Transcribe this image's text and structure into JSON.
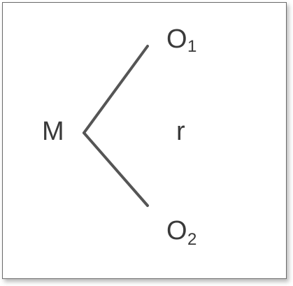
{
  "diagram": {
    "source_node": {
      "letter": "M"
    },
    "targets": [
      {
        "letter": "O",
        "subscript": "1"
      },
      {
        "letter": "O",
        "subscript": "2"
      }
    ],
    "relation_label": "r",
    "colors": {
      "line": "#555555",
      "text": "#3a3a3a",
      "frame": "#6b6b6b"
    }
  }
}
